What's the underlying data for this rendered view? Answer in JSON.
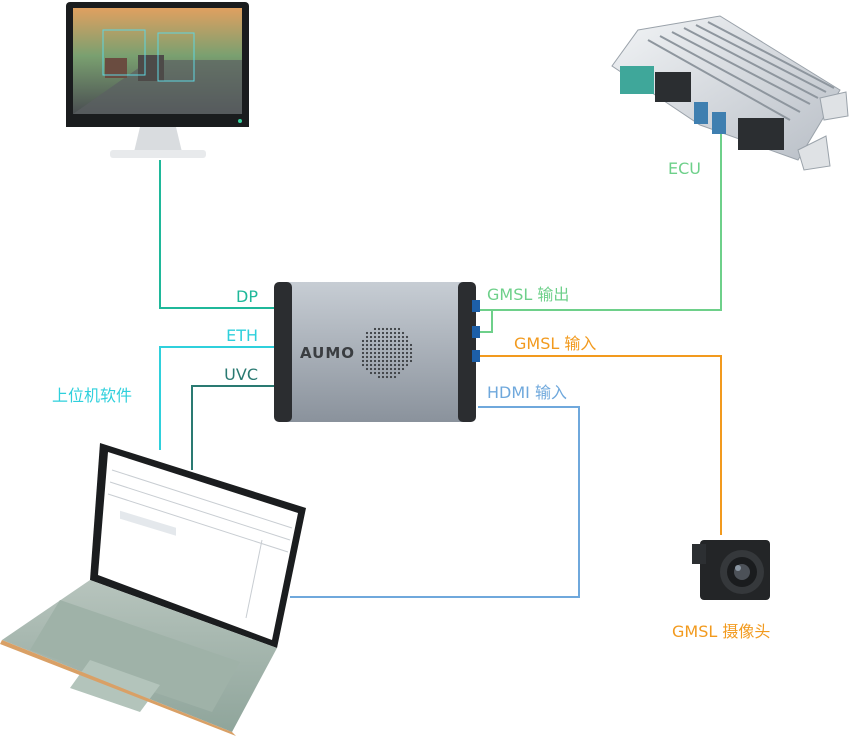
{
  "colors": {
    "teal": "#1fb89a",
    "green": "#6ed08a",
    "orange": "#f29a1e",
    "blue": "#6fa8dc",
    "cyan": "#2fd0dc",
    "dark_teal": "#2a7a72"
  },
  "labels": {
    "dp": "DP",
    "eth": "ETH",
    "uvc": "UVC",
    "software": "上位机软件",
    "gmsl_out": "GMSL 输出",
    "gmsl_in": "GMSL 输入",
    "hdmi_in": "HDMI 输入",
    "ecu": "ECU",
    "camera": "GMSL 摄像头",
    "brand": "AUMO"
  },
  "icons": {
    "monitor": "monitor-icon",
    "ecu": "ecu-box-icon",
    "device": "capture-box-icon",
    "laptop": "laptop-icon",
    "camera": "camera-module-icon"
  }
}
